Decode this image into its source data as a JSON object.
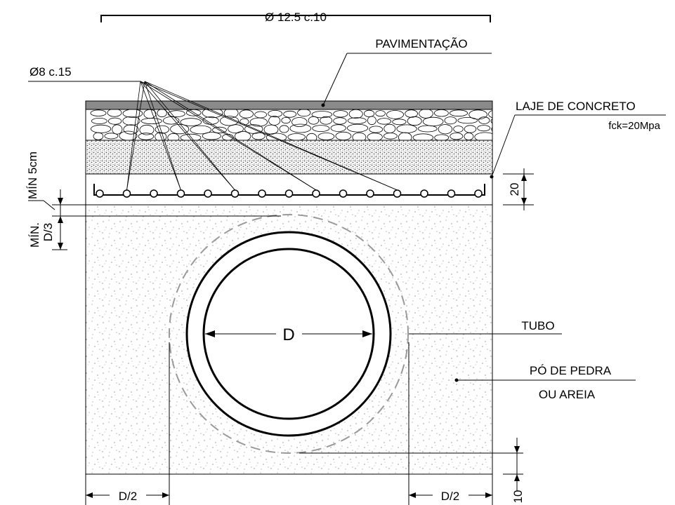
{
  "labels": {
    "top_bar": "Ø 12.5 c.10",
    "pavement": "PAVIMENTAÇÃO",
    "rebar_small": "Ø8 c.15",
    "slab_title": "LAJE DE CONCRETO",
    "slab_fck": "fck=20Mpa",
    "slab_thickness": "20",
    "min_cover": "MÍN 5cm",
    "min_depth_line1": "MÍN.",
    "min_depth_line2": "D/3",
    "pipe": "TUBO",
    "pipe_diameter": "D",
    "fill_line1": "PÓ DE PEDRA",
    "fill_line2": "OU AREIA",
    "left_clearance": "D/2",
    "right_clearance": "D/2",
    "bottom_cover": "10"
  },
  "colors": {
    "line": "#000000",
    "pavement_fill": "#8a8a8a",
    "dashed_circle": "#9a9a9a",
    "fill_dots": "#8c8c8c"
  }
}
